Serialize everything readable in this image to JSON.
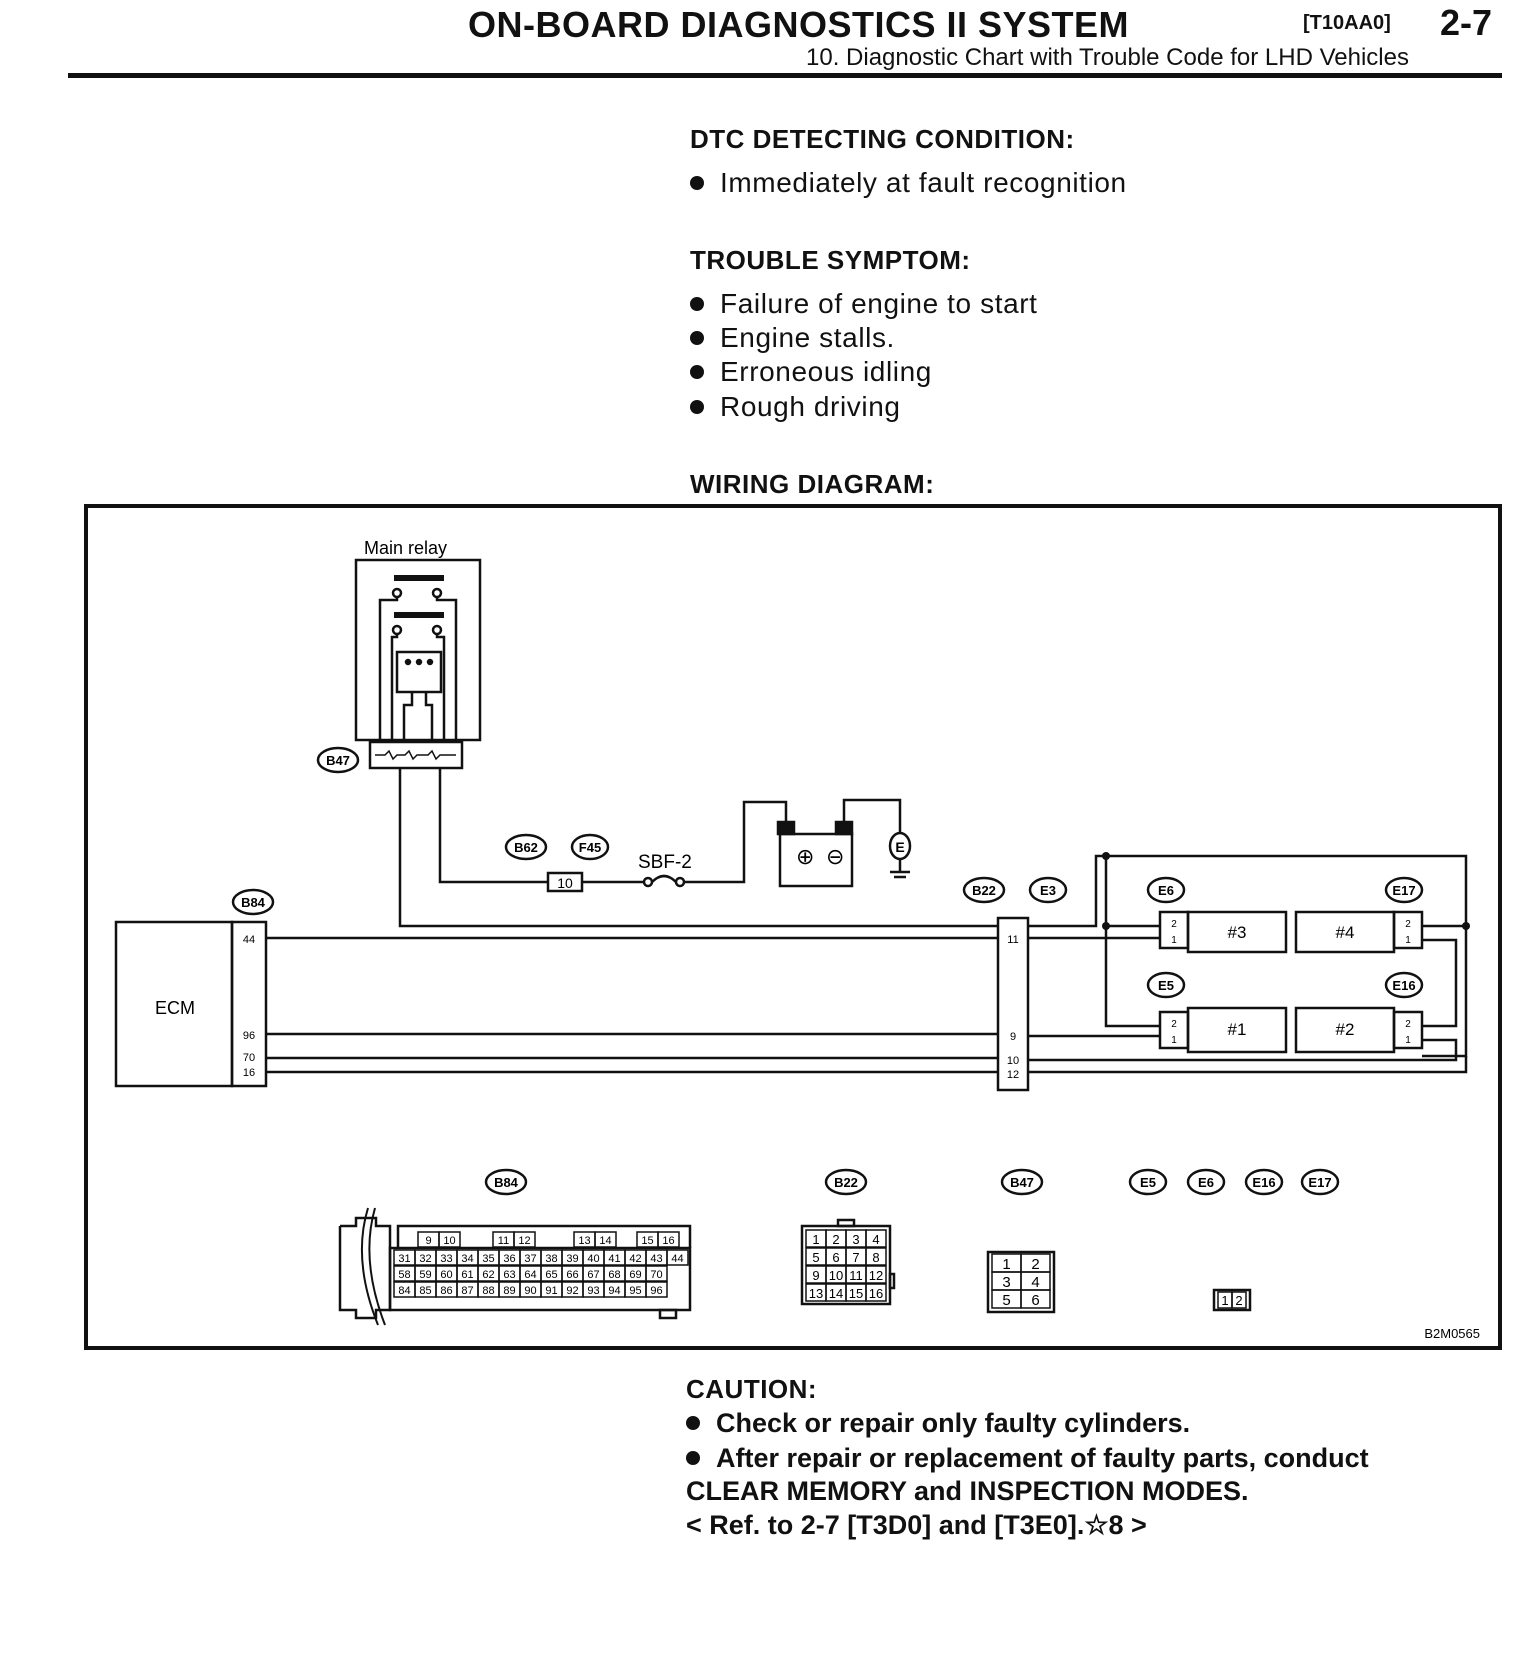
{
  "header": {
    "title": "ON-BOARD DIAGNOSTICS II SYSTEM",
    "code": "[T10AA0]",
    "page": "2-7",
    "subtitle": "10. Diagnostic Chart with Trouble Code for LHD Vehicles"
  },
  "dtc": {
    "heading": "DTC DETECTING CONDITION:",
    "items": [
      "Immediately at fault recognition"
    ]
  },
  "symptom": {
    "heading": "TROUBLE SYMPTOM:",
    "items": [
      "Failure of engine to start",
      "Engine stalls.",
      "Erroneous idling",
      "Rough driving"
    ]
  },
  "wiring": {
    "heading": "WIRING DIAGRAM:",
    "main_relay": "Main relay",
    "ecm": "ECM",
    "fuse": "SBF-2",
    "fuse_no": "10",
    "earth": "E",
    "connectors": {
      "b47": "B47",
      "b62": "B62",
      "f45": "F45",
      "b84": "B84",
      "b22": "B22",
      "e3": "E3",
      "e5": "E5",
      "e6": "E6",
      "e16": "E16",
      "e17": "E17"
    },
    "injectors": {
      "c3": "#3",
      "c4": "#4",
      "c1": "#1",
      "c2": "#2"
    },
    "ecm_pins": {
      "p44": "44",
      "p96": "96",
      "p70": "70",
      "p16": "16"
    },
    "b22_pins": {
      "p11": "11",
      "p9": "9",
      "p10": "10",
      "p12": "12"
    },
    "inj_pins": {
      "top": "2",
      "bottom": "1"
    },
    "b84_layout": {
      "row1": [
        "9",
        "10",
        "11",
        "12",
        "13",
        "14",
        "15",
        "16"
      ],
      "row2": [
        "31",
        "32",
        "33",
        "34",
        "35",
        "36",
        "37",
        "38",
        "39",
        "40",
        "41",
        "42",
        "43",
        "44"
      ],
      "row3": [
        "58",
        "59",
        "60",
        "61",
        "62",
        "63",
        "64",
        "65",
        "66",
        "67",
        "68",
        "69",
        "70"
      ],
      "row4": [
        "84",
        "85",
        "86",
        "87",
        "88",
        "89",
        "90",
        "91",
        "92",
        "93",
        "94",
        "95",
        "96"
      ]
    },
    "b22_layout": [
      [
        "1",
        "2",
        "3",
        "4"
      ],
      [
        "5",
        "6",
        "7",
        "8"
      ],
      [
        "9",
        "10",
        "11",
        "12"
      ],
      [
        "13",
        "14",
        "15",
        "16"
      ]
    ],
    "b47_layout": [
      [
        "1",
        "2"
      ],
      [
        "3",
        "4"
      ],
      [
        "5",
        "6"
      ]
    ],
    "e_layout": [
      "1",
      "2"
    ],
    "figure_id": "B2M0565"
  },
  "caution": {
    "heading": "CAUTION:",
    "item1": "Check or repair only faulty cylinders.",
    "item2a": "After repair or replacement of faulty parts, conduct",
    "item2b": "CLEAR MEMORY and INSPECTION MODES.",
    "ref": "< Ref. to 2-7 [T3D0] and [T3E0].☆8 >"
  }
}
